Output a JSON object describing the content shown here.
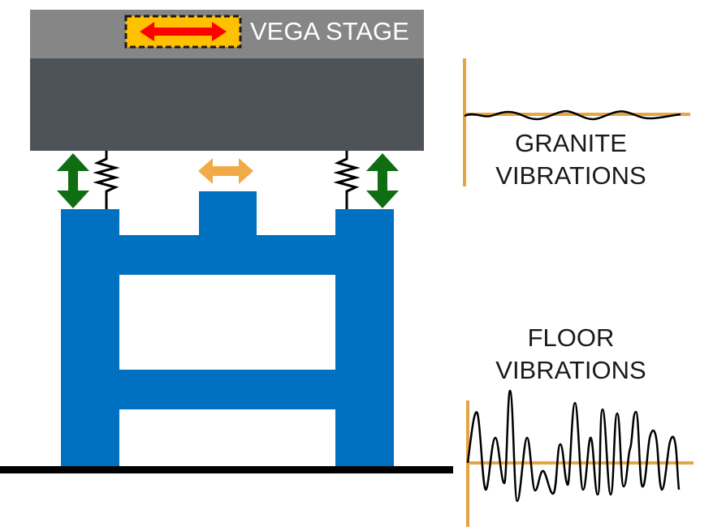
{
  "stage": {
    "label": "VEGA STAGE",
    "top_color": "#868686",
    "granite_color": "#4e535a",
    "motion_indicator": {
      "name": "horizontal-double-arrow-icon",
      "fill": "#ff0000",
      "background": "#ffc000",
      "border": "#1a1a1a"
    }
  },
  "isolation": {
    "spring_icon": "spring-icon",
    "vertical_arrow_color": "#0f6d12",
    "horizontal_arrow_color": "#f2aa48"
  },
  "frame": {
    "color": "#0070c0"
  },
  "floor": {
    "color": "#000000"
  },
  "plots": {
    "axis_color": "#e6a443",
    "granite": {
      "label_line1": "GRANITE",
      "label_line2": "VIBRATIONS"
    },
    "floor": {
      "label_line1": "FLOOR",
      "label_line2": "VIBRATIONS"
    }
  }
}
